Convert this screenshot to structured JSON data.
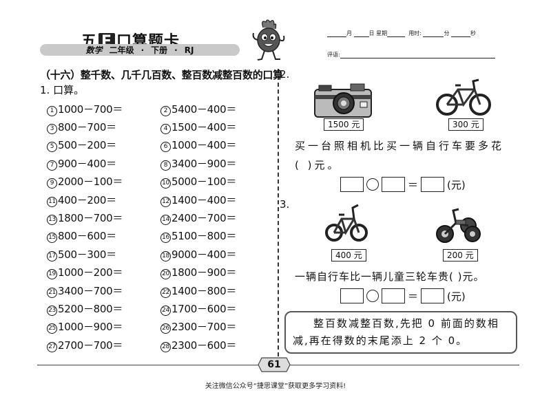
{
  "header": {
    "brand_prefix": "五",
    "brand_e": "E",
    "brand_suffix": "口算题卡",
    "subject": "数学",
    "grade": "二年级",
    "dot1": "·",
    "term": "下册",
    "dot2": "·",
    "edition": "RJ",
    "date_month": "月",
    "date_day": "日",
    "weekday": "星期",
    "time_used": "用时:",
    "minutes": "分",
    "seconds": "秒",
    "comment_label": "评语:"
  },
  "section_title": "（十六）整千数、几千几百数、整百数减整百数的口算",
  "q1": {
    "heading": "1. 口算。",
    "problems": [
      {
        "n": "1",
        "text": "1000－700＝"
      },
      {
        "n": "2",
        "text": "5400－400＝"
      },
      {
        "n": "3",
        "text": "800－700＝"
      },
      {
        "n": "4",
        "text": "1500－400＝"
      },
      {
        "n": "5",
        "text": "500－200＝"
      },
      {
        "n": "6",
        "text": "1000－400＝"
      },
      {
        "n": "7",
        "text": "900－400＝"
      },
      {
        "n": "8",
        "text": "3400－900＝"
      },
      {
        "n": "9",
        "text": "2000－100＝"
      },
      {
        "n": "10",
        "text": "5000－100＝"
      },
      {
        "n": "11",
        "text": "400－200＝"
      },
      {
        "n": "12",
        "text": "1400－400＝"
      },
      {
        "n": "13",
        "text": "1800－700＝"
      },
      {
        "n": "14",
        "text": "2400－700＝"
      },
      {
        "n": "15",
        "text": "800－600＝"
      },
      {
        "n": "16",
        "text": "5100－800＝"
      },
      {
        "n": "17",
        "text": "500－300＝"
      },
      {
        "n": "18",
        "text": "9000－400＝"
      },
      {
        "n": "19",
        "text": "1000－200＝"
      },
      {
        "n": "20",
        "text": "1800－900＝"
      },
      {
        "n": "21",
        "text": "3400－700＝"
      },
      {
        "n": "22",
        "text": "1400－800＝"
      },
      {
        "n": "23",
        "text": "5200－800＝"
      },
      {
        "n": "24",
        "text": "1700－600＝"
      },
      {
        "n": "25",
        "text": "1000－900＝"
      },
      {
        "n": "26",
        "text": "2300－700＝"
      },
      {
        "n": "27",
        "text": "2700－700＝"
      },
      {
        "n": "28",
        "text": "2300－600＝"
      }
    ]
  },
  "q2": {
    "number": "2.",
    "camera_price": "1500 元",
    "bike_price": "300 元",
    "question_line1": "买一台照相机比买一辆自行车要多花",
    "question_line2": "(      )元。",
    "eq_equals": "＝",
    "eq_unit": "(元)"
  },
  "q3": {
    "number": "3.",
    "bike_price": "400 元",
    "tricycle_price": "200 元",
    "question": "一辆自行车比一辆儿童三轮车贵(      )元。",
    "eq_equals": "＝",
    "eq_unit": "(元)"
  },
  "tip": {
    "line1": "整百数减整百数,先把 0 前面的数相",
    "line2": "减,再在得数的末尾添上 2 个 0。"
  },
  "page_number": "61",
  "footer": "关注微信公众号“捷思课堂”获取更多学习资料!"
}
